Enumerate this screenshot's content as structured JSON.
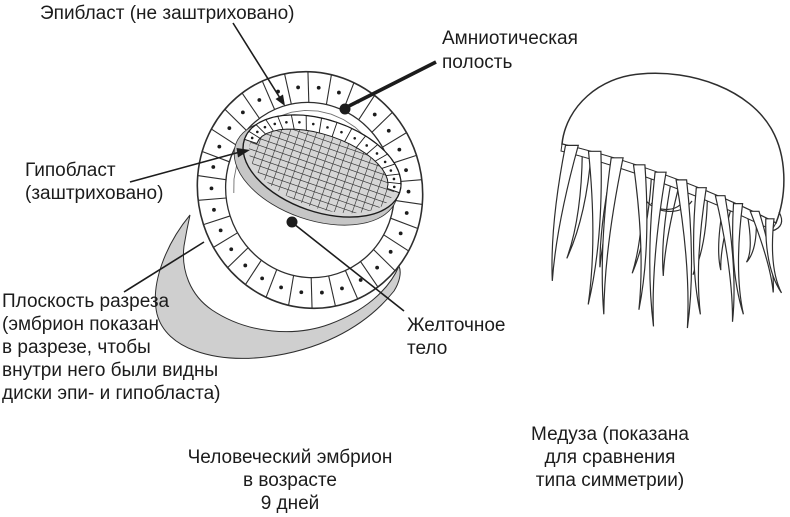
{
  "figure": {
    "labels": {
      "epiblast": {
        "lines": [
          "Эпибласт (не заштриховано)"
        ]
      },
      "amniotic": {
        "lines": [
          "Амниотическая",
          "полость"
        ]
      },
      "hypoblast": {
        "lines": [
          "Гипобласт",
          "(заштриховано)"
        ]
      },
      "cut_plane": {
        "lines": [
          "Плоскость разреза",
          "(эмбрион показан",
          "в разрезе, чтобы",
          "внутри него были видны",
          "диски эпи- и гипобласта)"
        ]
      },
      "yolk": {
        "lines": [
          "Желточное",
          "тело"
        ]
      }
    },
    "captions": {
      "embryo": {
        "lines": [
          "Человеческий эмбрион",
          "в возрасте",
          "9 дней"
        ]
      },
      "medusa": {
        "lines": [
          "Медуза (показана",
          "для сравнения",
          "типа симметрии)"
        ]
      }
    },
    "colors": {
      "ink": "#1c1c1c",
      "outline": "#2e2e2e",
      "cut_plane_shade": "#cfcfcf",
      "disc_fill": "#d6d6d6",
      "disc_shadow": "#c6c6c6",
      "hatch_line": "#3a3a3a",
      "background": "#ffffff"
    }
  }
}
